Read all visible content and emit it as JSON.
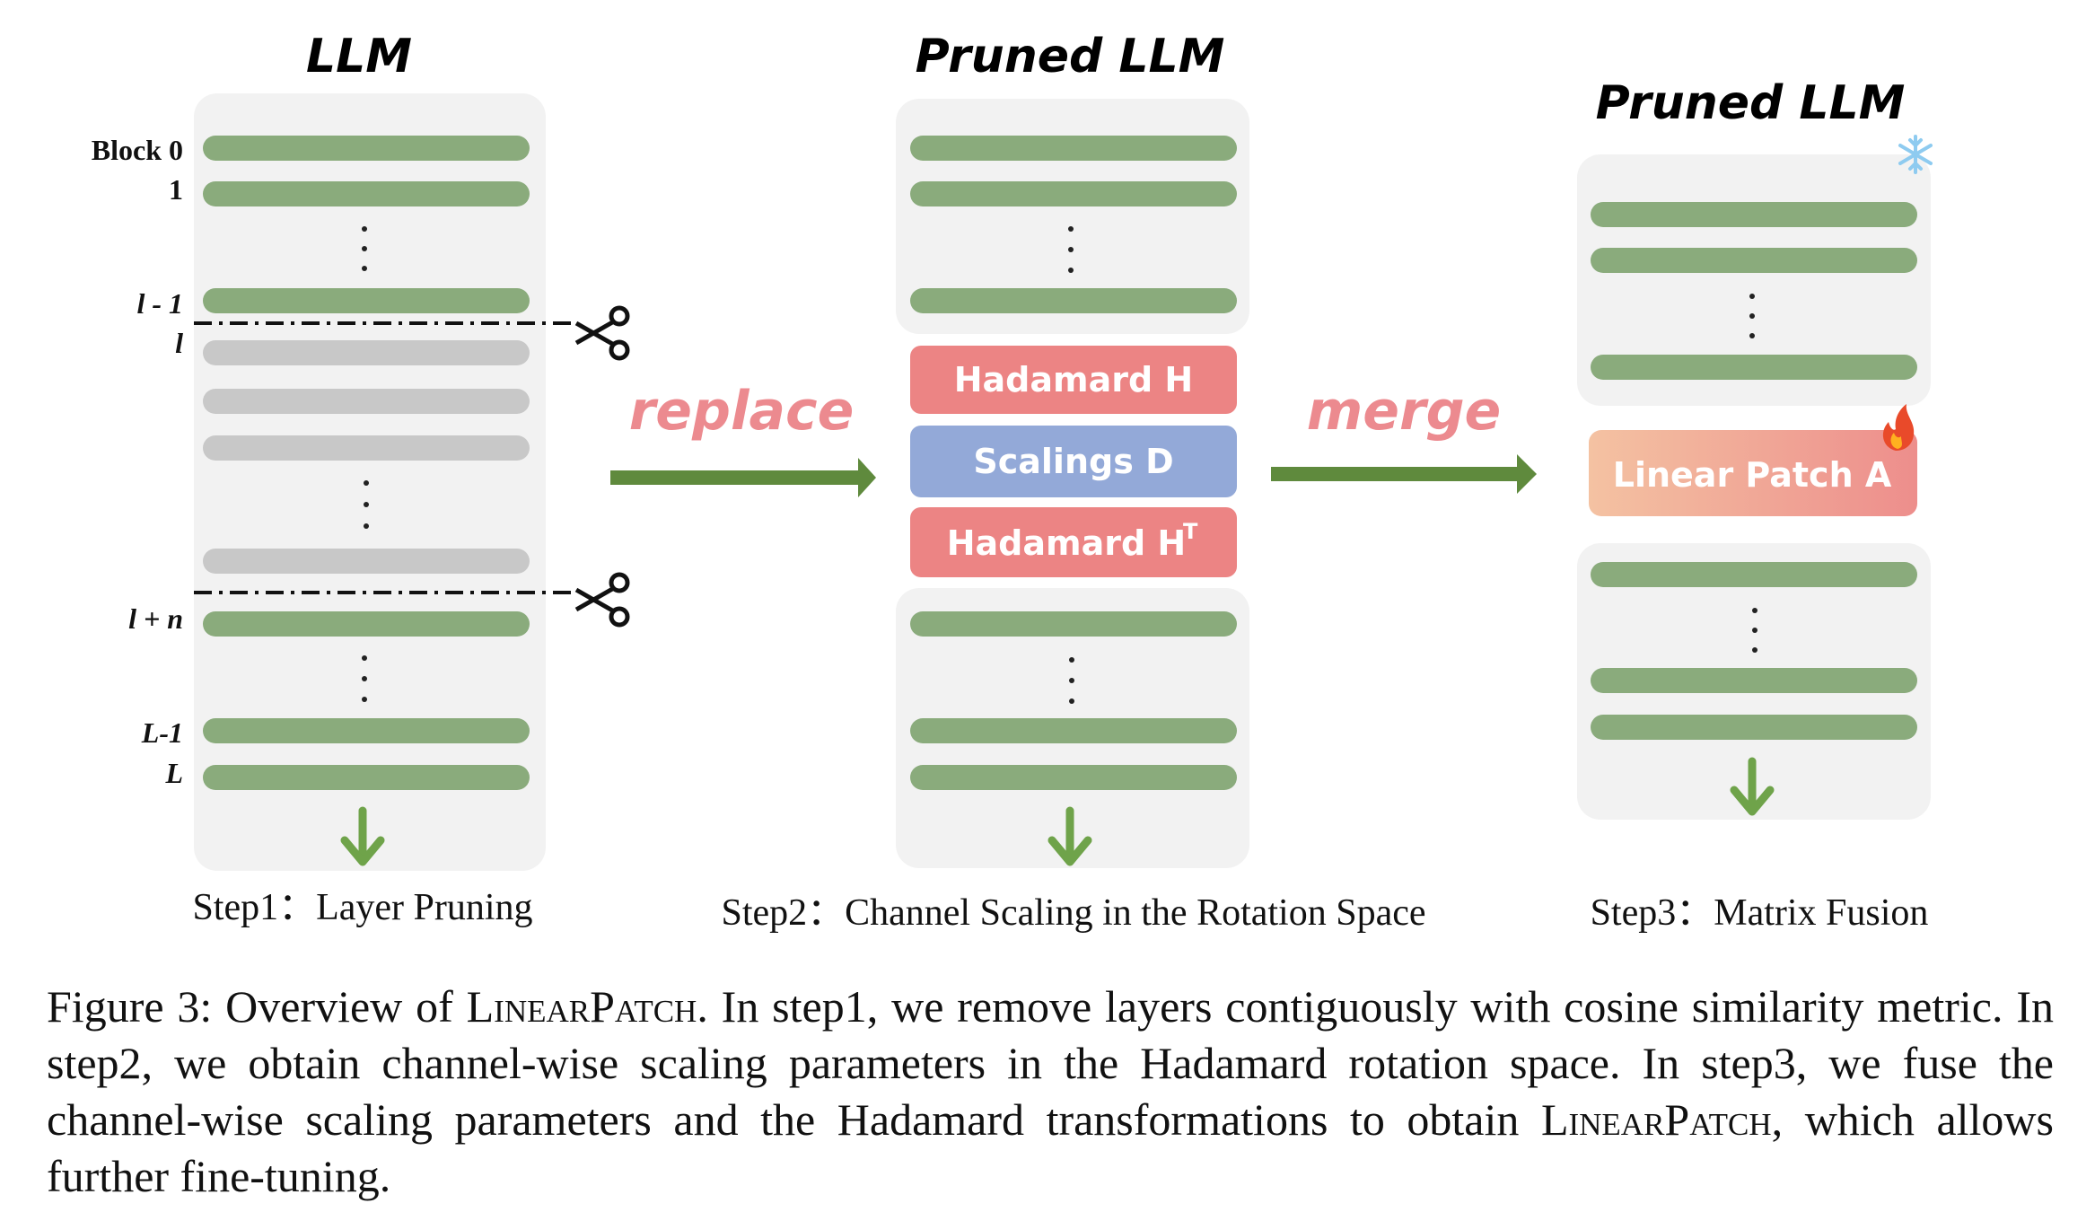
{
  "panels": {
    "step1": {
      "title": "LLM",
      "block_labels": {
        "block0": "Block 0",
        "b1": "1",
        "l_minus_1": "l - 1",
        "l": "l",
        "l_plus_n": "l + n",
        "L_minus_1": "L-1",
        "L": "L"
      },
      "step_label": "Step1：Layer Pruning"
    },
    "step2": {
      "title": "Pruned LLM",
      "hadamard_label": "Hadamard H",
      "scalings_label": "Scalings D",
      "hadamard_t_label": "Hadamard H",
      "hadamard_t_sup": "T",
      "step_label": "Step2：Channel Scaling in the Rotation Space"
    },
    "step3": {
      "title": "Pruned LLM",
      "patch_label": "Linear Patch A",
      "step_label": "Step3：Matrix Fusion"
    }
  },
  "arrows": {
    "replace_label": "replace",
    "merge_label": "merge"
  },
  "caption": {
    "lead": "Figure 3: Overview of ",
    "name": "LinearPatch",
    "body": ". In step1, we remove layers contiguously with cosine similarity metric. In step2, we obtain channel-wise scaling parameters in the Hadamard rotation space. In step3, we fuse the channel-wise scaling parameters and the Hadamard transformations to obtain ",
    "name2": "LinearPatch",
    "tail": ", which allows further fine-tuning."
  },
  "colors": {
    "layer_green": "#8aab7c",
    "pruned_gray": "#c8c8c8",
    "panel_bg": "#f2f2f2",
    "hadamard_red": "#ec8484",
    "scalings_blue": "#93a9d8",
    "patch_orange": "#f0b49c",
    "arrow_green": "#5f8a3d",
    "label_pink": "#ec8a8f"
  },
  "icons": [
    "scissors-icon",
    "snowflake-icon",
    "fire-icon",
    "down-arrow-icon",
    "right-arrow-icon"
  ]
}
